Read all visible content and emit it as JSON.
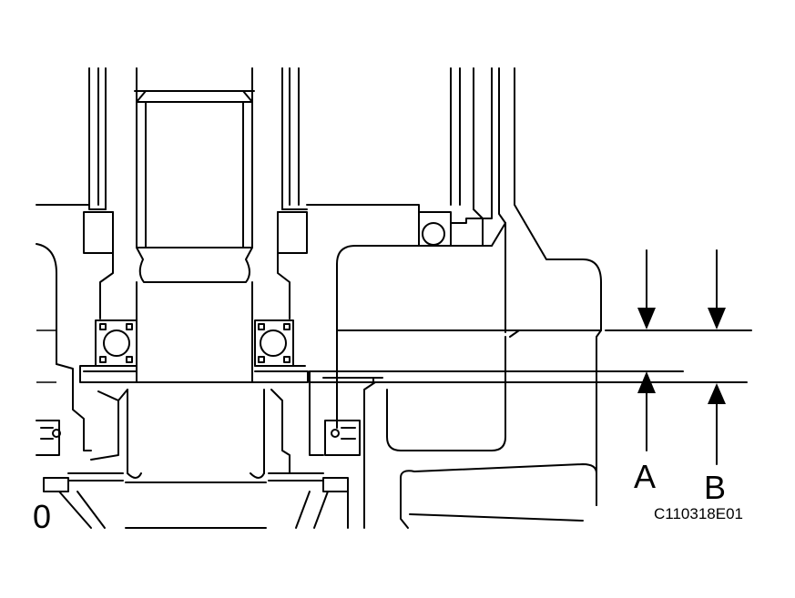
{
  "figure": {
    "label_a": "A",
    "label_b": "B",
    "label_o": "0",
    "figure_code": "C110318E01"
  },
  "colors": {
    "line": "#000000",
    "background": "#ffffff"
  }
}
